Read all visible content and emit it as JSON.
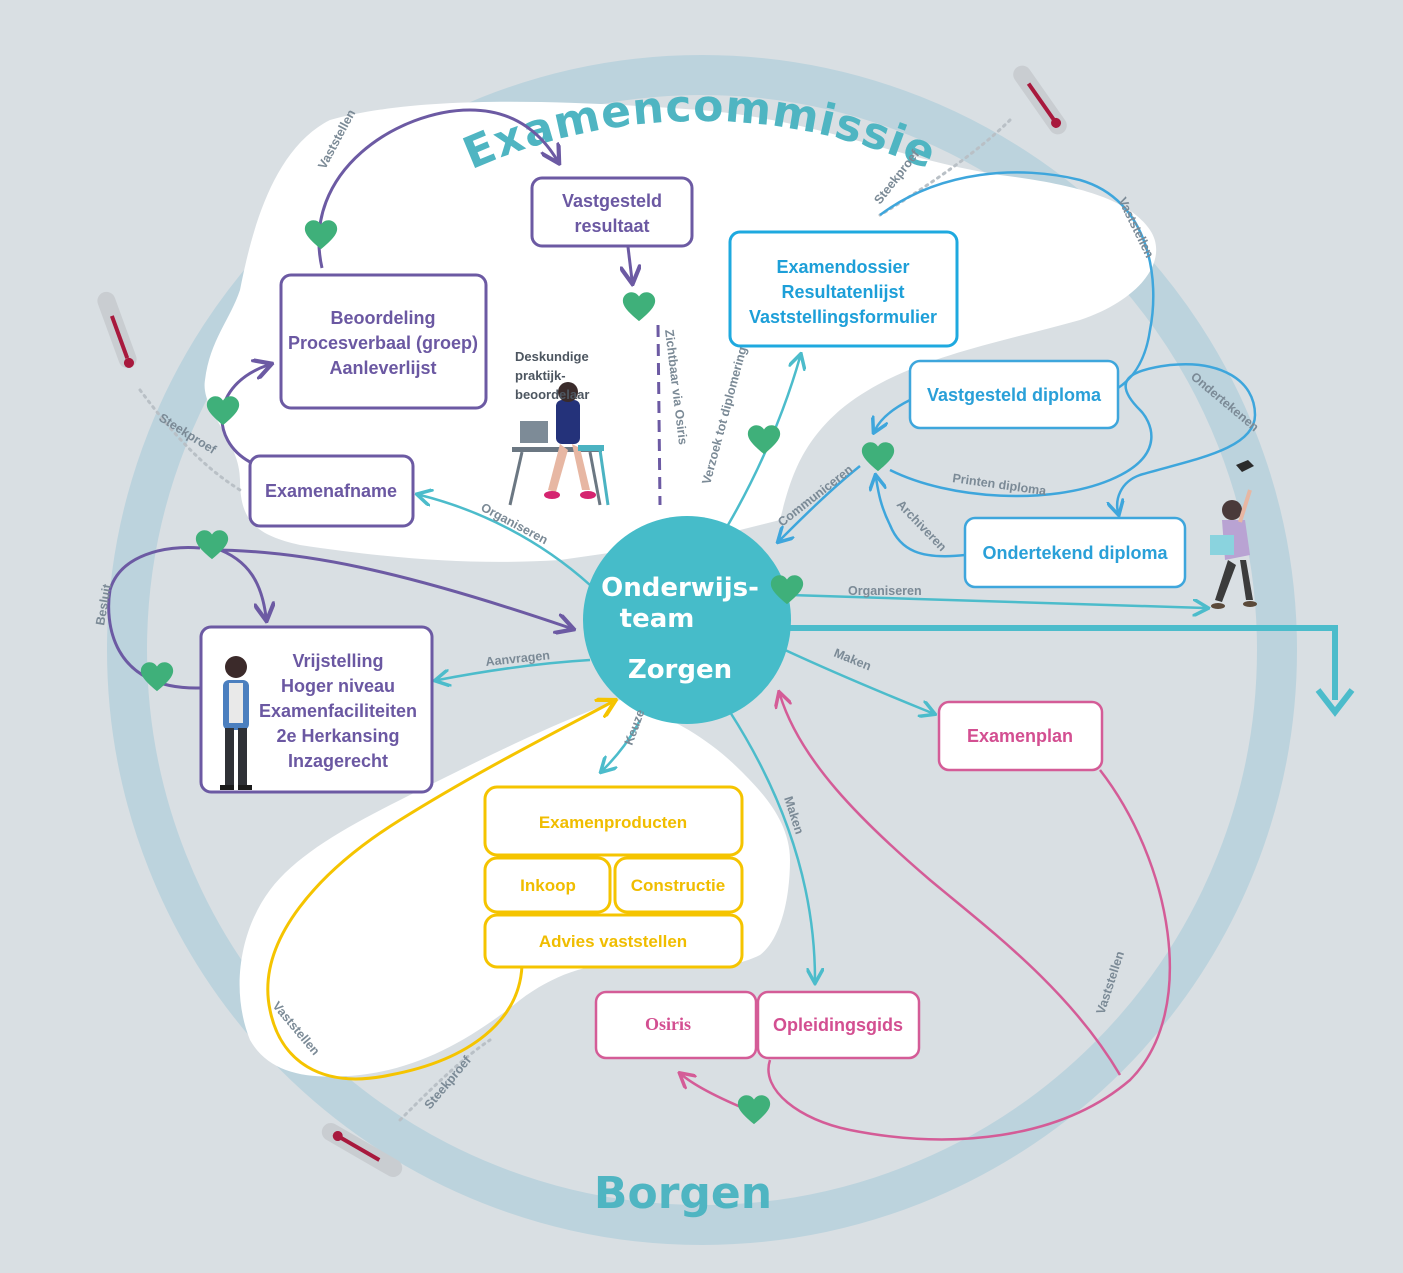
{
  "title_top": "Examencommissie",
  "title_bottom": "Borgen",
  "center": {
    "line1": "Onderwijs-",
    "line2": "team",
    "line3": "Zorgen"
  },
  "boxes": {
    "vastgesteld_resultaat": [
      "Vastgesteld",
      "resultaat"
    ],
    "beoordeling": [
      "Beoordeling",
      "Procesverbaal (groep)",
      "Aanleverlijst"
    ],
    "examenafname": "Examenafname",
    "vrijstelling": [
      "Vrijstelling",
      "Hoger niveau",
      "Examenfaciliteiten",
      "2e Herkansing",
      "Inzagerecht"
    ],
    "examendossier": [
      "Examendossier",
      "Resultatenlijst",
      "Vaststellingsformulier"
    ],
    "vastgesteld_diploma": "Vastgesteld diploma",
    "ondertekend_diploma": "Ondertekend diploma",
    "examenplan": "Examenplan",
    "examenproducten": "Examenproducten",
    "inkoop": "Inkoop",
    "constructie": "Constructie",
    "advies_vaststellen": "Advies vaststellen",
    "osiris": "Osiris",
    "opleidingsgids": "Opleidingsgids"
  },
  "labels": {
    "vaststellen": "Vaststellen",
    "steekproef": "Steekproef",
    "zichtbaar": "Zichtbaar via Osiris",
    "verzoek": "Verzoek tot diplomering",
    "organiseren": "Organiseren",
    "aanvragen": "Aanvragen",
    "besluit": "Besluit",
    "keuze": "Keuze",
    "maken": "Maken",
    "communiceren": "Communiceren",
    "archiveren": "Archiveren",
    "printen": "Printen diploma",
    "ondertekenen": "Ondertekenen",
    "deskundige": [
      "Deskundige",
      "praktijk-",
      "beoordelaar"
    ]
  },
  "colors": {
    "background": "#d9dfe3",
    "ring": "#bcd3dd",
    "center": "#46bcc9",
    "purple": "#6c5aa3",
    "blue": "#3ea6dc",
    "pink": "#d45c97",
    "yellow": "#f5c400",
    "heart": "#3fb07a",
    "teal_arrow": "#4cbccb"
  },
  "icons": [
    "heart-icon",
    "thermometer-icon",
    "assessor-person-icon",
    "student-person-icon",
    "graduate-person-icon"
  ]
}
